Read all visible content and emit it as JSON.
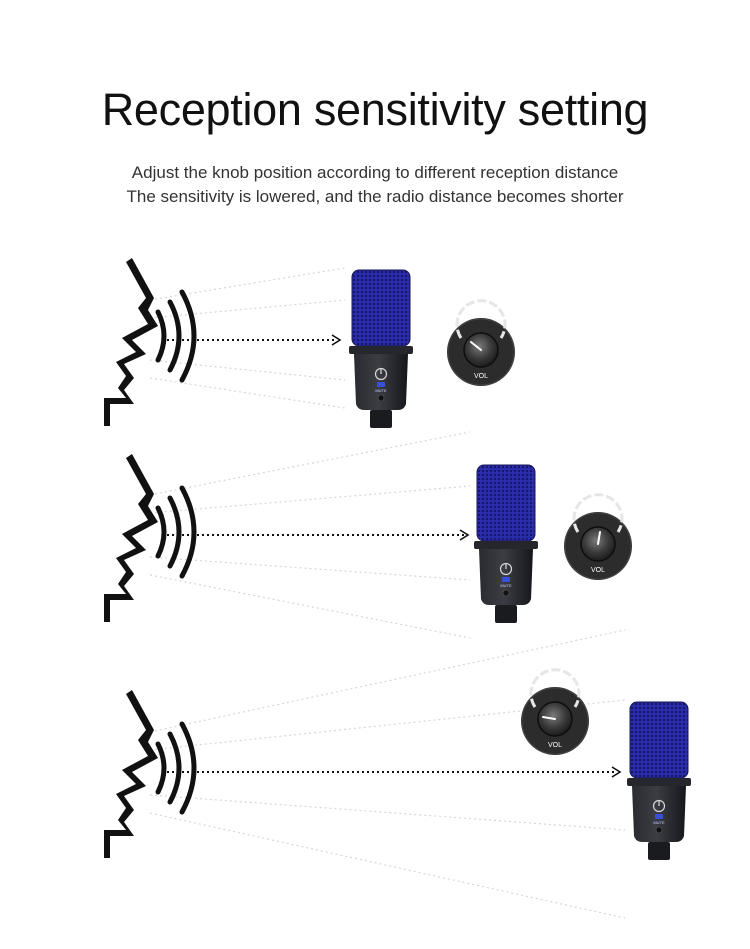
{
  "header": {
    "title": "Reception sensitivity setting",
    "subtitle_line1": "Adjust the knob position according to different reception distance",
    "subtitle_line2": "The sensitivity is lowered, and the radio distance becomes shorter"
  },
  "knob": {
    "label": "VOL"
  },
  "microphone": {
    "mute_label": "MUTE"
  },
  "colors": {
    "grille": "#2d2fae",
    "body": "#1e1f24",
    "knob_bg": "#2b2b2b"
  },
  "icons": [
    "speaking-head-icon",
    "sound-wave-icon",
    "dotted-arrow-icon",
    "microphone-icon",
    "volume-knob-icon"
  ]
}
